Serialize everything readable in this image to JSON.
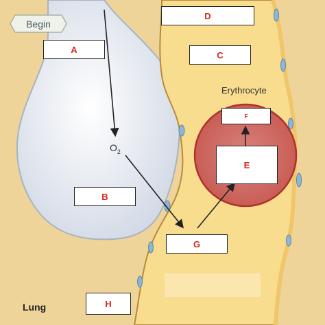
{
  "begin": {
    "label": "Begin"
  },
  "boxes": {
    "A": "A",
    "B": "B",
    "C": "C",
    "D": "D",
    "E": "E",
    "F": "F",
    "G": "G",
    "H": "H"
  },
  "labels": {
    "erythrocyte": "Erythrocyte",
    "o2": "O",
    "o2_sub": "2",
    "lung": "Lung"
  },
  "colors": {
    "background": "#efd49a",
    "alveolus": "#dde3ec",
    "capillary": "#f8dd8f",
    "erythrocyte": "#d67a74",
    "erythrocyte_border": "#b0302a",
    "label_text": "#d9261c",
    "endothelial_nuclei": "#8fb6d4"
  }
}
